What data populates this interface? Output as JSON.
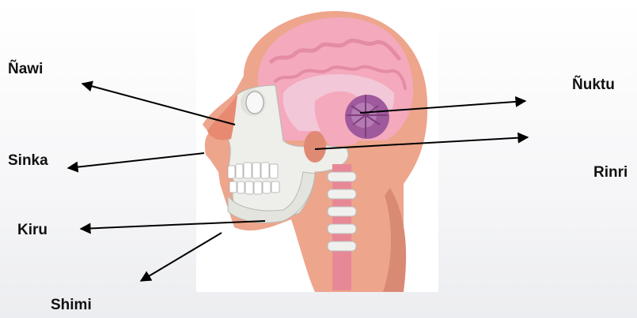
{
  "labels": {
    "nawi": "Ñawi",
    "sinka": "Sinka",
    "kiru": "Kiru",
    "shimi": "Shimi",
    "nuktu": "Ñuktu",
    "rinri": "Rinri"
  },
  "colors": {
    "skin": "#eda58c",
    "skin_shadow": "#d98a74",
    "skull": "#eeeeea",
    "brain": "#f4a9bd",
    "brain_dark": "#e48ca4",
    "inner_brain": "#f2c8d8",
    "cerebellum": "#9e5a9c",
    "spine": "#e88897",
    "arrow": "#000000"
  }
}
